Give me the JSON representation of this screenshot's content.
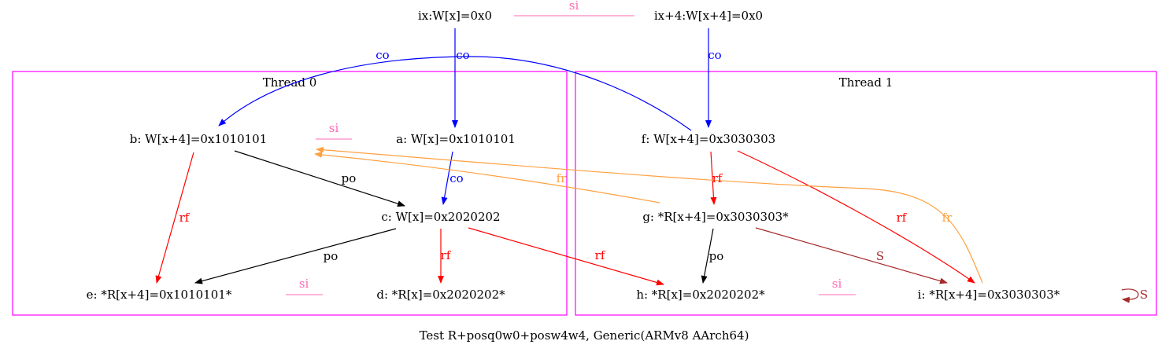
{
  "caption": "Test R+posq0w0+posw4w4, Generic(ARMv8 AArch64)",
  "colors": {
    "cluster": "#ff00ff",
    "po": "#000000",
    "co": "#0000ff",
    "rf": "#ff0000",
    "fr": "#ffa040",
    "si": "#ff69b4",
    "S": "#a52a2a"
  },
  "clusters": {
    "thread0": {
      "label": "Thread 0"
    },
    "thread1": {
      "label": "Thread 1"
    }
  },
  "nodes": {
    "ix": "ix:W[x]=0x0",
    "ix4": "ix+4:W[x+4]=0x0",
    "b": "b: W[x+4]=0x1010101",
    "a": "a: W[x]=0x1010101",
    "c": "c: W[x]=0x2020202",
    "e": "e: *R[x+4]=0x1010101*",
    "d": "d: *R[x]=0x2020202*",
    "f": "f: W[x+4]=0x3030303",
    "g": "g: *R[x+4]=0x3030303*",
    "h": "h: *R[x]=0x2020202*",
    "i": "i: *R[x+4]=0x3030303*"
  },
  "edges": [
    {
      "id": "ix-si-ix4",
      "from": "ix",
      "to": "ix4",
      "label": "si",
      "kind": "si"
    },
    {
      "id": "ix-co-a",
      "from": "ix",
      "to": "a",
      "label": "co",
      "kind": "co"
    },
    {
      "id": "ix4-co-f",
      "from": "ix4",
      "to": "f",
      "label": "co",
      "kind": "co"
    },
    {
      "id": "f-co-b",
      "from": "f",
      "to": "b",
      "label": "co",
      "kind": "co"
    },
    {
      "id": "b-si-a",
      "from": "b",
      "to": "a",
      "label": "si",
      "kind": "si"
    },
    {
      "id": "b-po-c",
      "from": "b",
      "to": "c",
      "label": "po",
      "kind": "po"
    },
    {
      "id": "a-co-c",
      "from": "a",
      "to": "c",
      "label": "co",
      "kind": "co"
    },
    {
      "id": "b-rf-e",
      "from": "b",
      "to": "e",
      "label": "rf",
      "kind": "rf"
    },
    {
      "id": "c-po-e",
      "from": "c",
      "to": "e",
      "label": "po",
      "kind": "po"
    },
    {
      "id": "c-rf-d",
      "from": "c",
      "to": "d",
      "label": "rf",
      "kind": "rf"
    },
    {
      "id": "e-si-d",
      "from": "e",
      "to": "d",
      "label": "si",
      "kind": "si"
    },
    {
      "id": "c-rf-h",
      "from": "c",
      "to": "h",
      "label": "rf",
      "kind": "rf"
    },
    {
      "id": "f-rf-g",
      "from": "f",
      "to": "g",
      "label": "rf",
      "kind": "rf"
    },
    {
      "id": "f-rf-i",
      "from": "f",
      "to": "i",
      "label": "rf",
      "kind": "rf"
    },
    {
      "id": "g-fr-b",
      "from": "g",
      "to": "b",
      "label": "fr",
      "kind": "fr"
    },
    {
      "id": "i-fr-b",
      "from": "i",
      "to": "b",
      "label": "fr",
      "kind": "fr"
    },
    {
      "id": "g-po-h",
      "from": "g",
      "to": "h",
      "label": "po",
      "kind": "po"
    },
    {
      "id": "g-S-i",
      "from": "g",
      "to": "i",
      "label": "S",
      "kind": "S"
    },
    {
      "id": "h-si-i",
      "from": "h",
      "to": "i",
      "label": "si",
      "kind": "si"
    },
    {
      "id": "i-S-i",
      "from": "i",
      "to": "i",
      "label": "S",
      "kind": "S"
    }
  ]
}
